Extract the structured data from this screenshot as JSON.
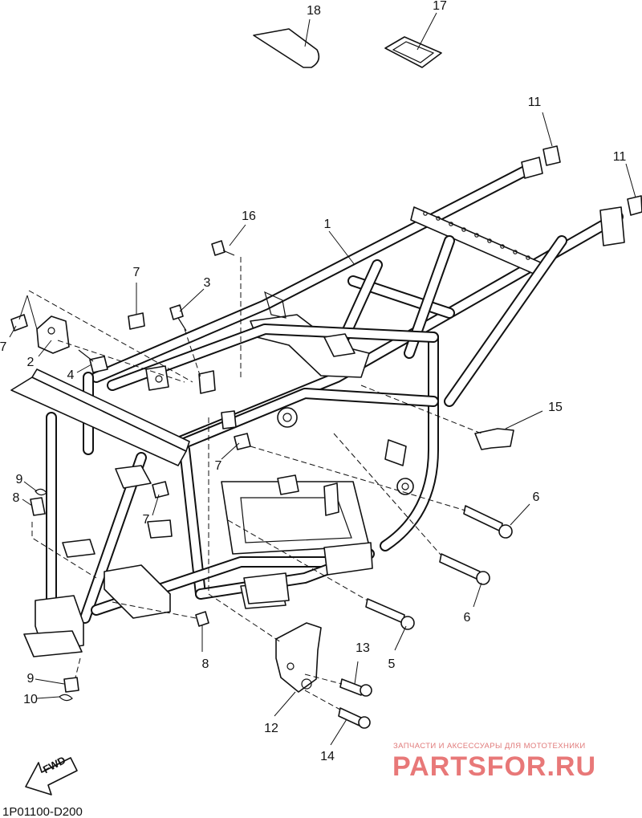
{
  "diagram": {
    "code": "1P01100-D200",
    "direction_label": "FWD",
    "callouts": [
      {
        "id": "c1",
        "label": "1"
      },
      {
        "id": "c2",
        "label": "2"
      },
      {
        "id": "c3",
        "label": "3"
      },
      {
        "id": "c4",
        "label": "4"
      },
      {
        "id": "c5",
        "label": "5"
      },
      {
        "id": "c6a",
        "label": "6"
      },
      {
        "id": "c6b",
        "label": "6"
      },
      {
        "id": "c7a",
        "label": "7"
      },
      {
        "id": "c7b",
        "label": "7"
      },
      {
        "id": "c7c",
        "label": "7"
      },
      {
        "id": "c7d",
        "label": "7"
      },
      {
        "id": "c8a",
        "label": "8"
      },
      {
        "id": "c8b",
        "label": "8"
      },
      {
        "id": "c9a",
        "label": "9"
      },
      {
        "id": "c9b",
        "label": "9"
      },
      {
        "id": "c10",
        "label": "10"
      },
      {
        "id": "c11a",
        "label": "11"
      },
      {
        "id": "c11b",
        "label": "11"
      },
      {
        "id": "c12",
        "label": "12"
      },
      {
        "id": "c13",
        "label": "13"
      },
      {
        "id": "c14",
        "label": "14"
      },
      {
        "id": "c15",
        "label": "15"
      },
      {
        "id": "c16",
        "label": "16"
      },
      {
        "id": "c17",
        "label": "17"
      },
      {
        "id": "c18",
        "label": "18"
      }
    ]
  },
  "watermark": {
    "tagline": "ЗАПЧАСТИ И АКСЕССУАРЫ ДЛЯ МОТОТЕХНИКИ",
    "logo_text": "PARTSFOR.RU",
    "color": "#e66a6a"
  }
}
